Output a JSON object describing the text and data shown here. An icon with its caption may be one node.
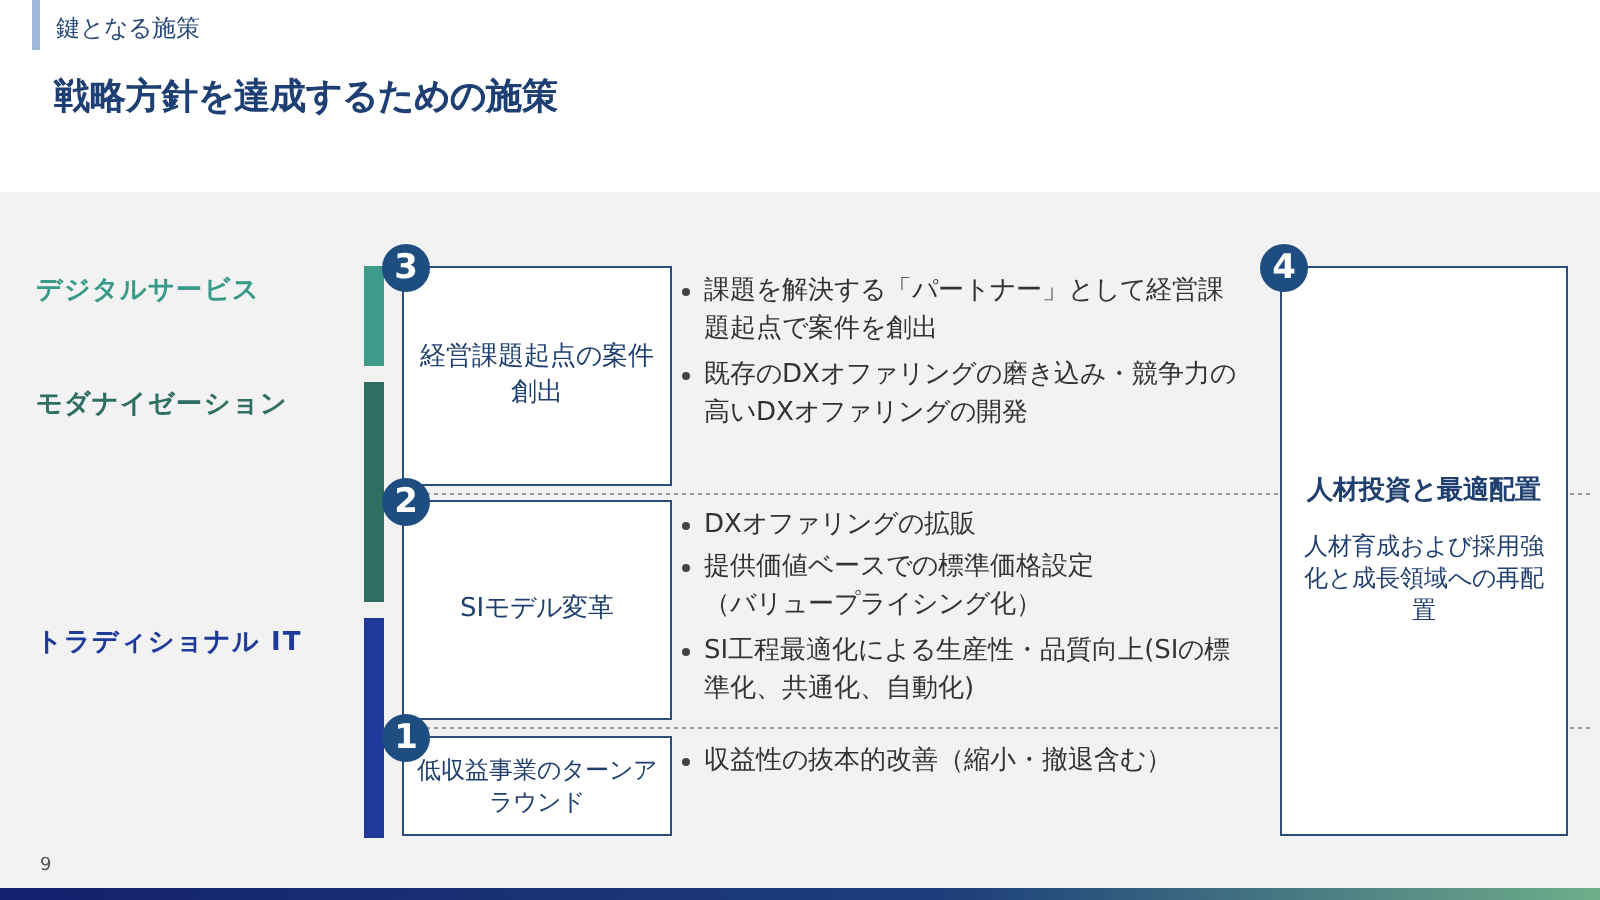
{
  "diagram": {
    "title": "戦略方針を達成するための施策",
    "nodes": [
      {
        "text": [
          "3",
          "経営課題起点の案件創出"
        ]
      },
      {
        "text": [
          "2",
          "SIモデル変革"
        ]
      },
      {
        "text": [
          "1",
          "低収益事業のターンアラウンド"
        ]
      },
      {
        "text": [
          "4",
          "人材投資と最適配置",
          "人材育成および採用強化と成長領域への再配置"
        ]
      }
    ],
    "labels": [
      "鍵となる施策",
      "デジタルサービス",
      "モダナイゼーション",
      "トラディショナル IT",
      "課題を解決する「パートナー」として経営課題起点で案件を創出",
      "既存のDXオファリングの磨き込み・競争力の高いDXオファリングの開発",
      "DXオファリングの拡販",
      "提供価値ベースでの標準価格設定（バリュープライシング化）",
      "SI工程最適化による生産性・品質向上(SIの標準化、共通化、自動化)",
      "収益性の抜本的改善（縮小・撤退含む）",
      "9"
    ]
  }
}
